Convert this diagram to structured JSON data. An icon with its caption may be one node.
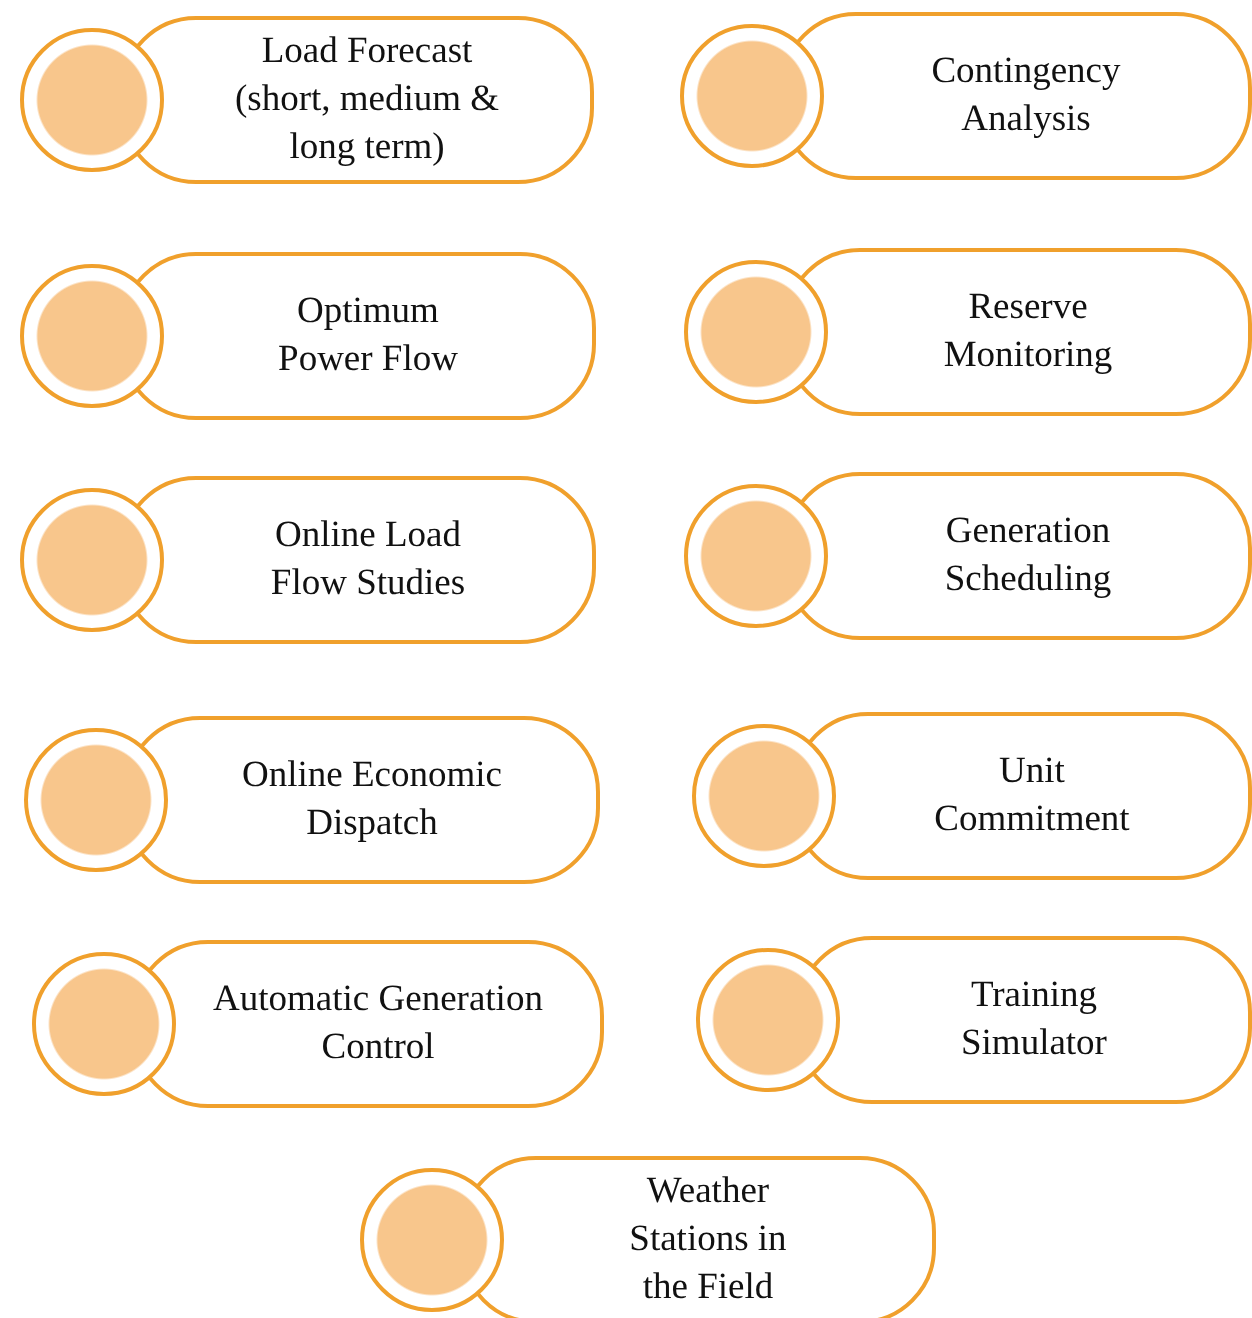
{
  "diagram": {
    "nodes": [
      {
        "text": [
          "Load Forecast (short, medium & long term)"
        ]
      },
      {
        "text": [
          "Contingency Analysis"
        ]
      },
      {
        "text": [
          "Optimum Power Flow"
        ]
      },
      {
        "text": [
          "Reserve Monitoring"
        ]
      },
      {
        "text": [
          "Online Load Flow Studies"
        ]
      },
      {
        "text": [
          "Generation Scheduling"
        ]
      },
      {
        "text": [
          "Online Economic Dispatch"
        ]
      },
      {
        "text": [
          "Unit Commitment"
        ]
      },
      {
        "text": [
          "Automatic Generation Control"
        ]
      },
      {
        "text": [
          "Training Simulator"
        ]
      },
      {
        "text": [
          "Weather Stations in the Field"
        ]
      }
    ]
  }
}
